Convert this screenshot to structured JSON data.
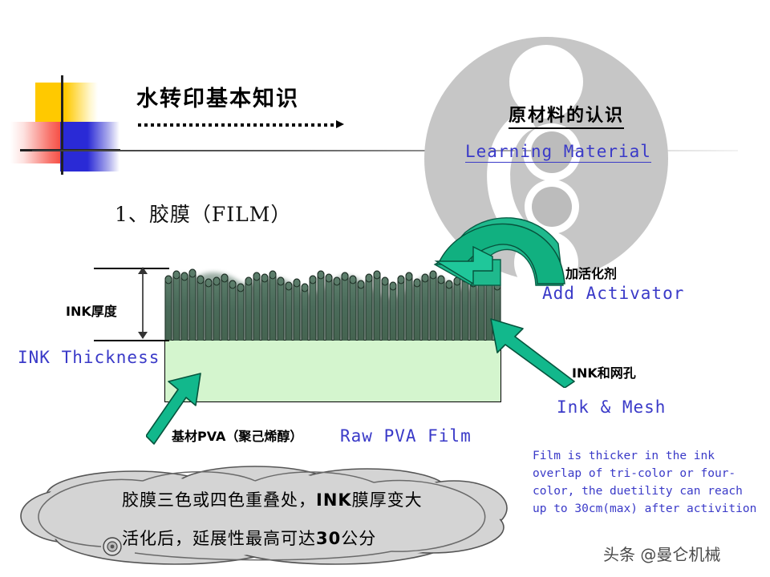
{
  "slide": {
    "title_cn": "水转印基本知识",
    "section_title": "1、胶膜（FILM）",
    "header": {
      "title_cn": "原材料的认识",
      "title_en": "Learning  Material"
    },
    "watermark": "头条 @曼仑机械"
  },
  "diagram": {
    "ink_thickness_cn": "INK厚度",
    "ink_thickness_en": "INK Thickness",
    "base_film_cn": "基材PVA（聚己烯醇）",
    "base_film_en": "Raw  PVA  Film",
    "add_activator_cn": "加活化剂",
    "add_activator_en": "Add  Activator",
    "ink_mesh_cn": "INK和网孔",
    "ink_mesh_en": "Ink  & Mesh"
  },
  "notes": {
    "english": "Film is thicker  in  the ink  overlap  of tri-color or  four-color, the duetility  can  reach  up to 30cm(max) after activition",
    "cloud_line1_a": "胶膜三色或四色重叠处，",
    "cloud_line1_b": "INK",
    "cloud_line1_c": "膜厚变大",
    "cloud_line2_a": "活化后，延展性最高可达",
    "cloud_line2_b": "30",
    "cloud_line2_c": "公分"
  },
  "colors": {
    "accent_blue": "#3a3ac8",
    "ink_green": "#4a6b5a",
    "film_green": "#d4f5ce",
    "arrow_green": "#18b38a",
    "emblem_gray": "#c6c6c6",
    "cloud_gray": "#d4d4d4",
    "logo_yellow": "#ffc900",
    "logo_red": "#f41b10",
    "logo_blue": "#2a2ad6"
  }
}
